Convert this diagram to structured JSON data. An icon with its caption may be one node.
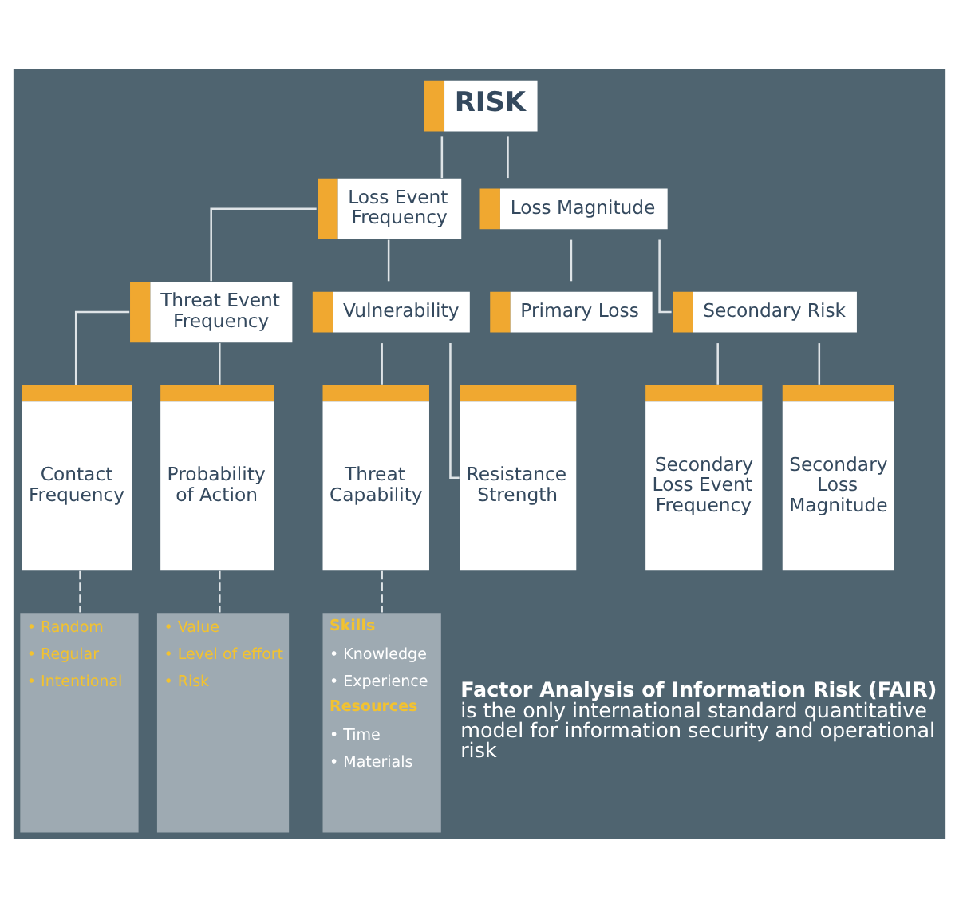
{
  "diagram": {
    "nodes": [
      {
        "text": [
          "RISK"
        ]
      },
      {
        "text": [
          "Loss Event Frequency"
        ]
      },
      {
        "text": [
          "Loss Magnitude"
        ]
      },
      {
        "text": [
          "Threat Event Frequency"
        ]
      },
      {
        "text": [
          "Vulnerability"
        ]
      },
      {
        "text": [
          "Primary Loss"
        ]
      },
      {
        "text": [
          "Secondary Risk"
        ]
      },
      {
        "text": [
          "Contact Frequency"
        ]
      },
      {
        "text": [
          "Probability of Action"
        ]
      },
      {
        "text": [
          "Threat Capability"
        ]
      },
      {
        "text": [
          "Resistance Strength"
        ]
      },
      {
        "text": [
          "Secondary Loss Event Frequency"
        ]
      },
      {
        "text": [
          "Secondary Loss Magnitude"
        ]
      },
      {
        "text": [
          "• Random",
          "• Regular",
          "• Intentional"
        ]
      },
      {
        "text": [
          "• Value",
          "• Level of effort",
          "• Risk"
        ]
      },
      {
        "text": [
          "Skills",
          "• Knowledge",
          "• Experience",
          "Resources",
          "• Time",
          "• Materials"
        ]
      }
    ],
    "edges": [
      {
        "from": 0,
        "to": 1,
        "arrow": "none"
      },
      {
        "from": 0,
        "to": 2,
        "arrow": "none"
      },
      {
        "from": 1,
        "to": 3,
        "arrow": "none"
      },
      {
        "from": 1,
        "to": 4,
        "arrow": "none"
      },
      {
        "from": 2,
        "to": 5,
        "arrow": "none"
      },
      {
        "from": 2,
        "to": 6,
        "arrow": "none"
      },
      {
        "from": 3,
        "to": 7,
        "arrow": "none"
      },
      {
        "from": 3,
        "to": 8,
        "arrow": "none"
      },
      {
        "from": 4,
        "to": 9,
        "arrow": "none"
      },
      {
        "from": 4,
        "to": 10,
        "arrow": "none"
      },
      {
        "from": 6,
        "to": 11,
        "arrow": "none"
      },
      {
        "from": 6,
        "to": 12,
        "arrow": "none"
      },
      {
        "from": 7,
        "to": 13,
        "arrow": "none",
        "style": "dashed"
      },
      {
        "from": 8,
        "to": 14,
        "arrow": "none",
        "style": "dashed"
      },
      {
        "from": 9,
        "to": 15,
        "arrow": "none",
        "style": "dashed"
      }
    ],
    "labels": [
      "**Factor Analysis of Information Risk (FAIR)** is the only international standard quantitative model for information security and operational risk"
    ]
  }
}
